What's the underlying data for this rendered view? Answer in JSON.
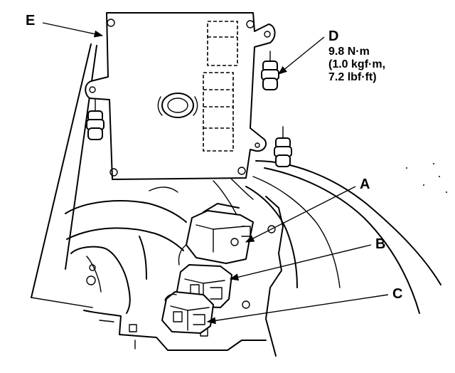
{
  "labels": {
    "a": "A",
    "b": "B",
    "c": "C",
    "d": "D",
    "e": "E"
  },
  "torque_spec": {
    "line1": "9.8 N·m",
    "line2": "(1.0 kgf·m,",
    "line3": "7.2 lbf·ft)"
  },
  "colors": {
    "ink": "#000000",
    "paper": "#ffffff"
  }
}
